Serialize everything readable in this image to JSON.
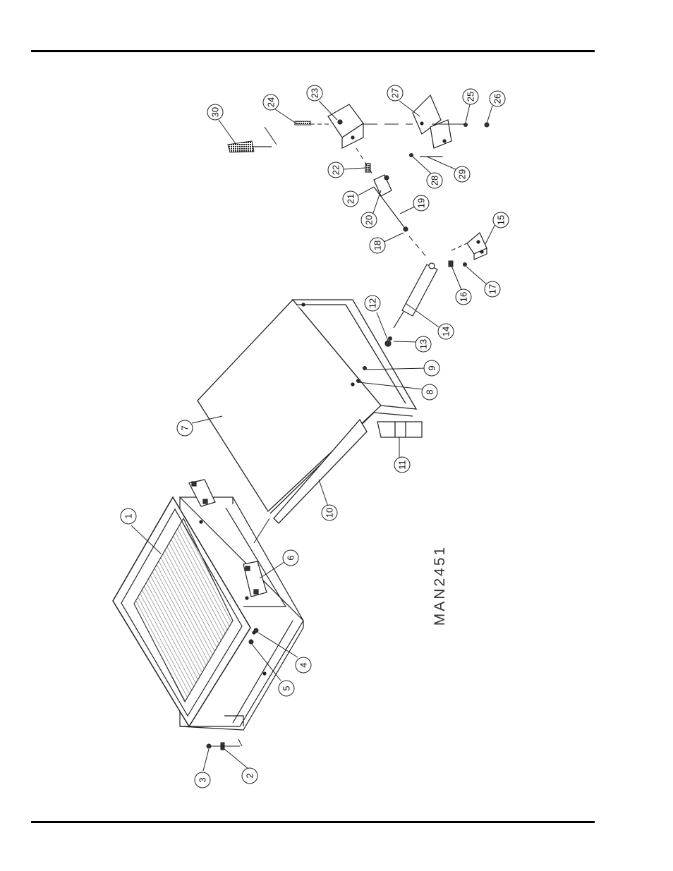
{
  "drawing_id": "MAN2451",
  "callouts": [
    {
      "id": "1",
      "label": "1"
    },
    {
      "id": "2",
      "label": "2"
    },
    {
      "id": "3",
      "label": "3"
    },
    {
      "id": "4",
      "label": "4"
    },
    {
      "id": "5",
      "label": "5"
    },
    {
      "id": "6",
      "label": "6"
    },
    {
      "id": "7",
      "label": "7"
    },
    {
      "id": "8",
      "label": "8"
    },
    {
      "id": "9",
      "label": "9"
    },
    {
      "id": "10",
      "label": "10"
    },
    {
      "id": "11",
      "label": "11"
    },
    {
      "id": "12",
      "label": "12"
    },
    {
      "id": "13",
      "label": "13"
    },
    {
      "id": "14",
      "label": "14"
    },
    {
      "id": "15",
      "label": "15"
    },
    {
      "id": "16",
      "label": "16"
    },
    {
      "id": "17",
      "label": "17"
    },
    {
      "id": "18",
      "label": "18"
    },
    {
      "id": "19",
      "label": "19"
    },
    {
      "id": "20",
      "label": "20"
    },
    {
      "id": "21",
      "label": "21"
    },
    {
      "id": "22",
      "label": "22"
    },
    {
      "id": "23",
      "label": "23"
    },
    {
      "id": "24",
      "label": "24"
    },
    {
      "id": "25",
      "label": "25"
    },
    {
      "id": "26",
      "label": "26"
    },
    {
      "id": "27",
      "label": "27"
    },
    {
      "id": "28",
      "label": "28"
    },
    {
      "id": "29",
      "label": "29"
    },
    {
      "id": "30",
      "label": "30"
    }
  ]
}
